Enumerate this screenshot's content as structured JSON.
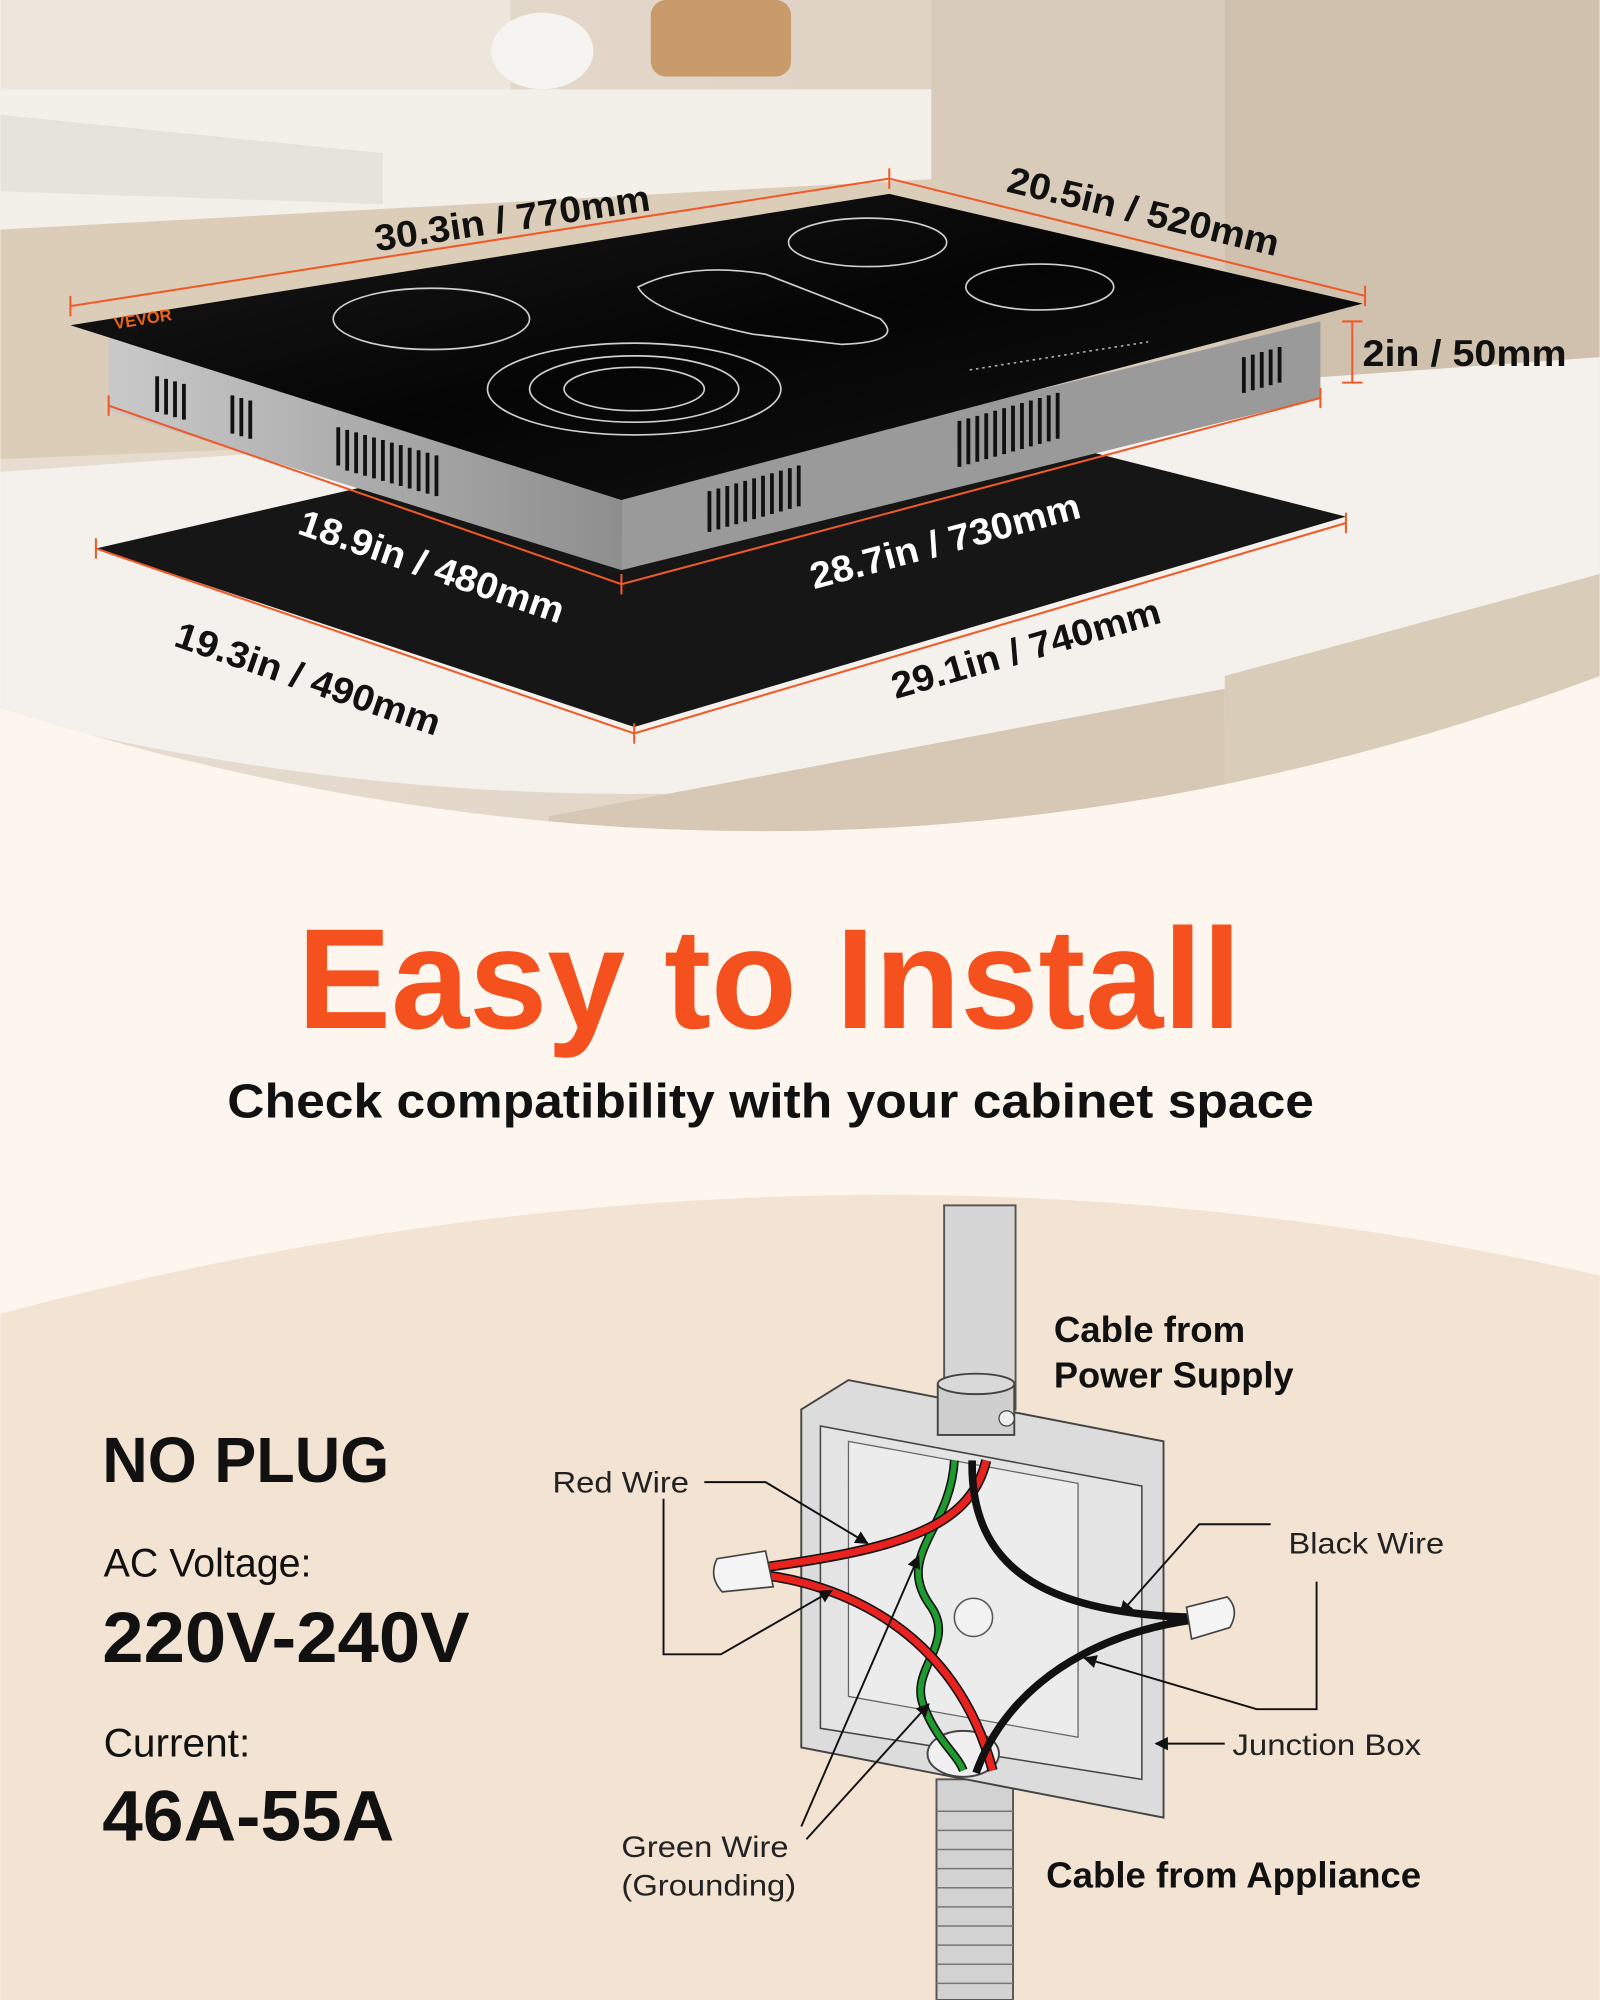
{
  "colors": {
    "accent": "#f4511e",
    "dimension_line": "#f05a28",
    "text": "#111111",
    "upper_bg": "#fdf6ef",
    "lower_bg": "#f2e3d2",
    "red_wire": "#e8231f",
    "green_wire": "#1f9a2e",
    "black_wire": "#111111"
  },
  "product": {
    "brand": "VEVOR"
  },
  "dimensions": {
    "top_length": "30.3in / 770mm",
    "top_depth": "20.5in / 520mm",
    "height": "2in / 50mm",
    "body_depth": "18.9in / 480mm",
    "body_length": "28.7in / 730mm",
    "cutout_depth": "19.3in / 490mm",
    "cutout_length": "29.1in / 740mm"
  },
  "headline": {
    "title": "Easy to Install",
    "subtitle": "Check compatibility with your cabinet space"
  },
  "specs": {
    "plug": "NO PLUG",
    "voltage_label": "AC Voltage:",
    "voltage_value": "220V-240V",
    "current_label": "Current:",
    "current_value": "46A-55A"
  },
  "diagram": {
    "cable_supply_line1": "Cable from",
    "cable_supply_line2": "Power Supply",
    "red_wire": "Red Wire",
    "black_wire": "Black Wire",
    "junction_box": "Junction Box",
    "green_wire_line1": "Green Wire",
    "green_wire_line2": "(Grounding)",
    "cable_appliance": "Cable from Appliance"
  }
}
